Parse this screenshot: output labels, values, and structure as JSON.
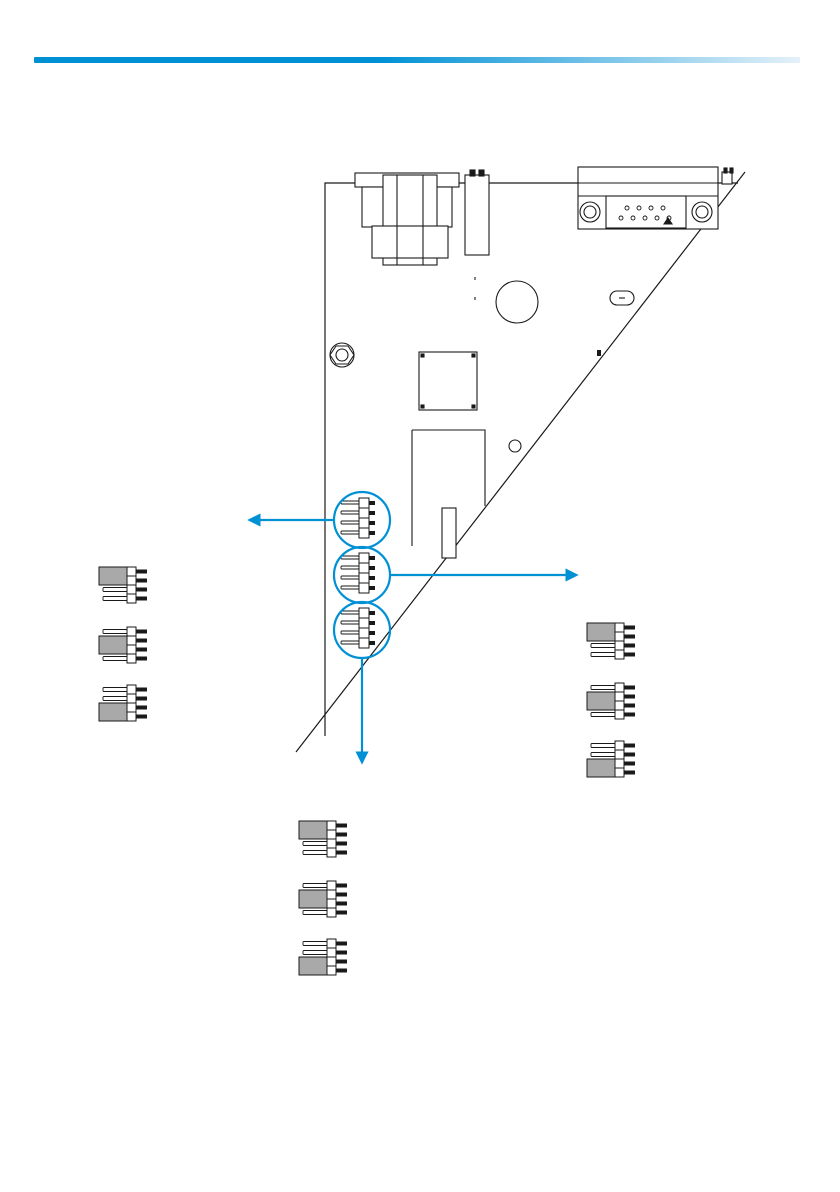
{
  "colors": {
    "accent": "#0091D5",
    "header_gradient_end": "#E4F1F9",
    "line": "#1A1A1A",
    "jumper_cap": "#A9A9A9",
    "background": "#FFFFFF"
  },
  "board": {
    "name": "controller-board-corner",
    "header_groups": [
      "left",
      "right",
      "bottom"
    ]
  },
  "legend": {
    "left": [
      "closed-pins-1-2",
      "closed-pins-2-3",
      "closed-pins-3-4"
    ],
    "right": [
      "closed-pins-1-2",
      "closed-pins-2-3",
      "closed-pins-3-4"
    ],
    "bottom": [
      "closed-pins-1-2",
      "closed-pins-2-3",
      "closed-pins-3-4"
    ]
  },
  "icons": {
    "arrow": "arrow-icon",
    "jumper": "jumper-icon",
    "connector": "db9-connector-icon"
  }
}
